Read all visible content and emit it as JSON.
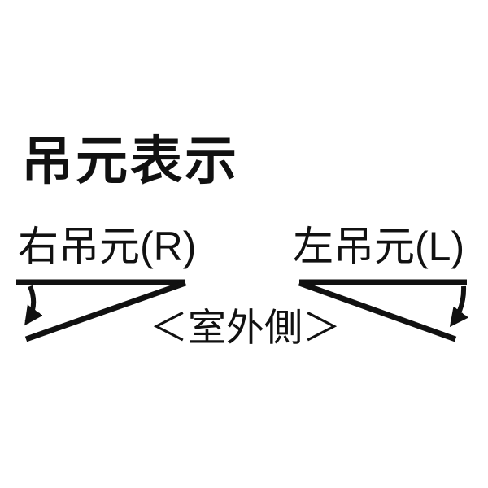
{
  "colors": {
    "background": "#ffffff",
    "ink": "#111111"
  },
  "title": "吊元表示",
  "left_diagram": {
    "label": "右吊元(R)"
  },
  "right_diagram": {
    "label": "左吊元(L)"
  },
  "center_caption": "＜室外側＞"
}
